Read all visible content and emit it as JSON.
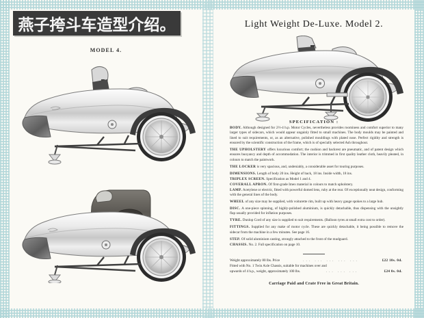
{
  "left_page": {
    "banner_title": "燕子挎斗车造型介绍。",
    "model_caption": "MODEL 4.",
    "figure_top_name": "sidecar-open-spoked-wheel",
    "figure_bottom_name": "sidecar-with-hood-cover"
  },
  "right_page": {
    "title": "Light Weight De-Luxe.   Model 2.",
    "figure_name": "sidecar-disc-wheel",
    "spec_heading": "SPECIFICATION :",
    "specifications": [
      {
        "term": "BODY.",
        "text": "Although designed for 2½-4 h.p. Motor Cycles, nevertheless provides roominess and comfort superior to many larger types of sidecars, which would appear ungainly fitted to small machines. The body moulds may be painted and lined to suit requirements, or, as an alternative, polished mouldings with plated nose. Perfect rigidity and strength is ensured by the scientific construction of the frame, which is of specially selected Ash throughout."
      },
      {
        "term": "THE UPHOLSTERY",
        "text": "offers luxurious comfort; the cushion and backrest are pneumatic, and of patent design which ensures buoyancy and depth of accommodation. The interior is trimmed in first quality leather cloth, heavily pleated, in colours to match the paintwork."
      },
      {
        "term": "THE LOCKER",
        "text": "is very spacious, and, undeniably, a considerable asset for touring purposes."
      },
      {
        "term": "DIMENSIONS.",
        "text": "Length of body 20 ins.   Height of back, 18 ins.   Inside width, 18 ins."
      },
      {
        "term": "TRIPLEX SCREEN.",
        "text": "Specification as Model 1 and 4."
      },
      {
        "term": "COVERALL APRON.",
        "text": "Of first-grade Imex material in colours to match upholstery."
      },
      {
        "term": "LAMP.",
        "text": "Acetylene or electric, fitted with powerful domed lens, ruby at the rear. Of exceptionally neat design, conforming with the general lines of the body."
      },
      {
        "term": "WHEEL",
        "text": "of any size may be supplied, with voiturette rim, built up with heavy gauge spokes to a large hub."
      },
      {
        "term": "DISC.",
        "text": "A one-piece spinning, of highly-polished aluminium, is quickly detachable, thus dispensing with the unsightly flap usually provided for inflation purposes."
      },
      {
        "term": "TYRE.",
        "text": "Dunlop Cord of any size is supplied to suit requirements.   (Balloon tyres at small extra cost to order)."
      },
      {
        "term": "FITTINGS.",
        "text": "Supplied for any make of motor cycle.   These are quickly detachable, it being possible to remove the sidecar from the machine in a few minutes.   See page 16."
      },
      {
        "term": "STEP.",
        "text": "Of solid aluminium casting, strongly attached to the front of the mudguard."
      },
      {
        "term": "CHASSIS.",
        "text": "No. 2.   Full specification on page 10."
      }
    ],
    "prices": {
      "line1_text": "Weight approximately 80 lbs.   Price",
      "line1_amount": "£22 10s. 0d.",
      "line2_text": "Fitted with No. 1 Twin Axle Chassis, suitable for machines over and",
      "line2_text_b": "upwards of 4 h.p., weight, approximately 100 lbs.",
      "line2_amount": "£24 0s. 0d.",
      "dots": "... ... ... ... ...",
      "dots_short": "... ... ..."
    },
    "carriage_note": "Carriage Paid and Crate Free in Great Britain."
  },
  "colors": {
    "border_lace": "#b0d6d8",
    "paper": "#fbfaf5",
    "banner": "#3a3a3a",
    "ink": "#2a2a2a"
  }
}
